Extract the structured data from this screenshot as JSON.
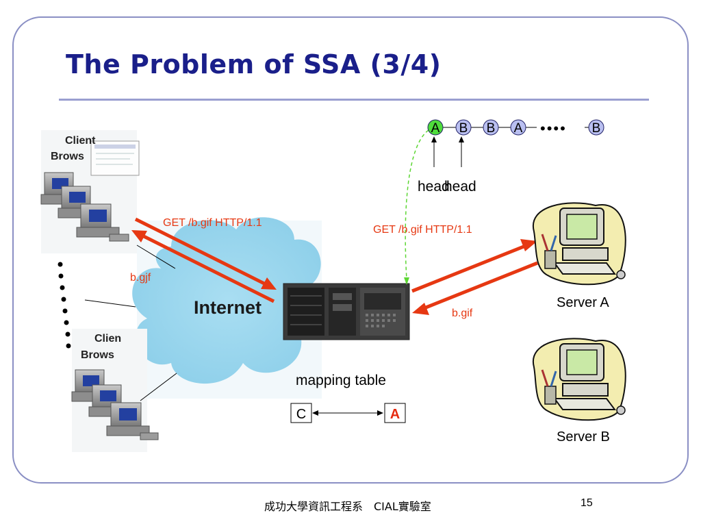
{
  "slide": {
    "title": "The Problem of SSA (3/4)",
    "footer_dept": "成功大學資訊工程系　CIAL實驗室",
    "page_number": "15"
  },
  "diagram": {
    "client_label": "Client Browser",
    "client_top_label_visible": [
      "Client",
      "Brows"
    ],
    "client_bottom_label_visible": [
      "Clien",
      "Brows"
    ],
    "internet_label": "Internet",
    "request_left": "GET /b.gif HTTP/1.1",
    "response_left": "b.gjf",
    "request_right": "GET /b.gif HTTP/1.1",
    "response_right": "b.gif",
    "server_a": "Server A",
    "server_b": "Server B",
    "mapping_table_label": "mapping table",
    "mapping_from": "C",
    "mapping_to": "A",
    "queue_nodes": [
      "A",
      "B",
      "B",
      "A",
      "B"
    ],
    "queue_ellipsis": "••••",
    "head_label": "head",
    "head_label_overlap": "head",
    "colors": {
      "arrow_red": "#e63812",
      "node_fill": "#b9bff0",
      "node_current_fill": "#4fdc3c",
      "title_blue": "#1a1f8a",
      "mapping_to_color": "#e62a10",
      "dashed_green": "#5cd633"
    }
  }
}
